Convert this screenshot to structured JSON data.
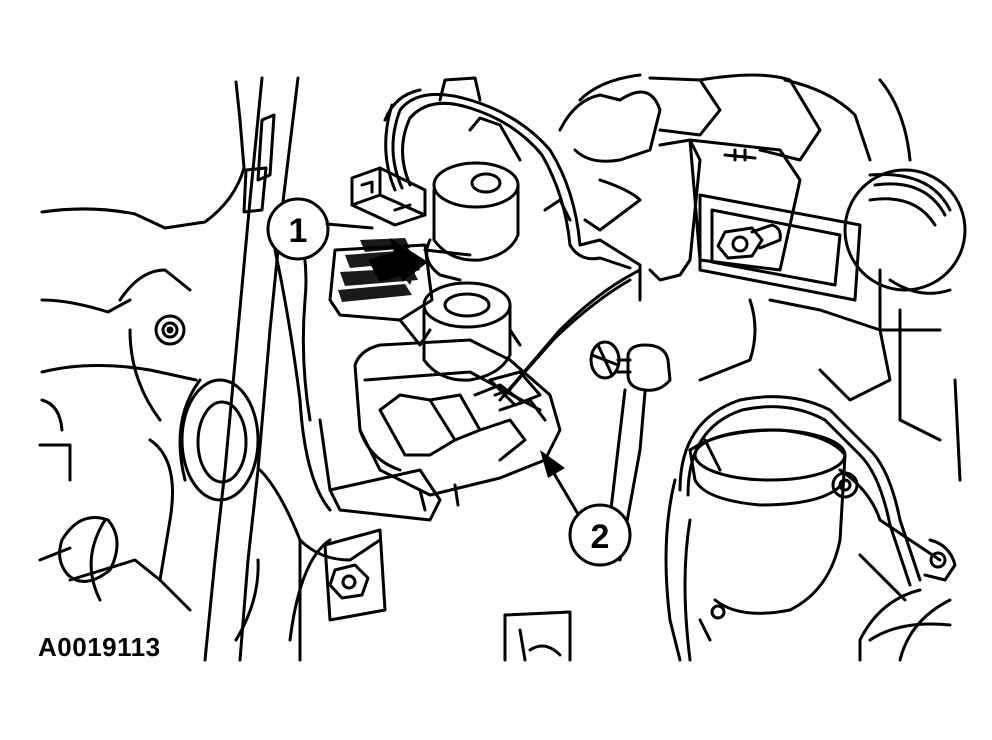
{
  "figure": {
    "id_label": "A0019113",
    "callouts": [
      {
        "label": "1"
      },
      {
        "label": "2"
      }
    ],
    "colors": {
      "ink": "#000000",
      "paper": "#ffffff",
      "dark_part": "#1a1a1a"
    }
  }
}
